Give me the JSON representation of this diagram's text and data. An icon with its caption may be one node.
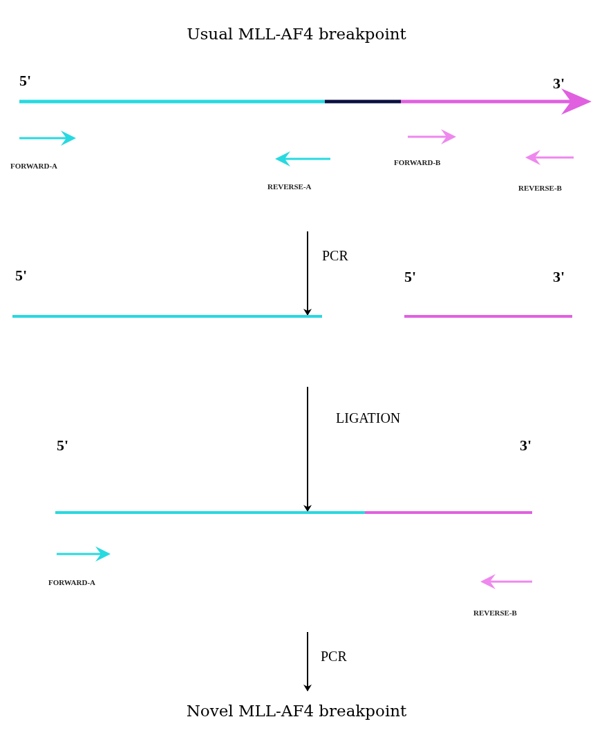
{
  "diagram": {
    "nodes": [
      {
        "text": [
          "Usual MLL-AF4 breakpoint"
        ]
      },
      {
        "text": [],
        "shape": "bar"
      },
      {
        "text": [],
        "shape": "bar"
      },
      {
        "text": [],
        "shape": "bar"
      },
      {
        "text": [
          "Novel MLL-AF4 breakpoint"
        ]
      }
    ],
    "edges": [
      {
        "from": null,
        "to": 1,
        "arrow": "to",
        "label": "PCR"
      },
      {
        "from": null,
        "to": 3,
        "arrow": "to",
        "label": "LIGATION"
      },
      {
        "from": null,
        "to": 4,
        "arrow": "to",
        "label": "PCR"
      }
    ],
    "labels": [
      "5'",
      "3'",
      "FORWARD-A",
      "FORWARD-B",
      "REVERSE-A",
      "REVERSE-B",
      "5'",
      "5'",
      "3'",
      "5'",
      "3'",
      "FORWARD-A",
      "REVERSE-B"
    ]
  }
}
